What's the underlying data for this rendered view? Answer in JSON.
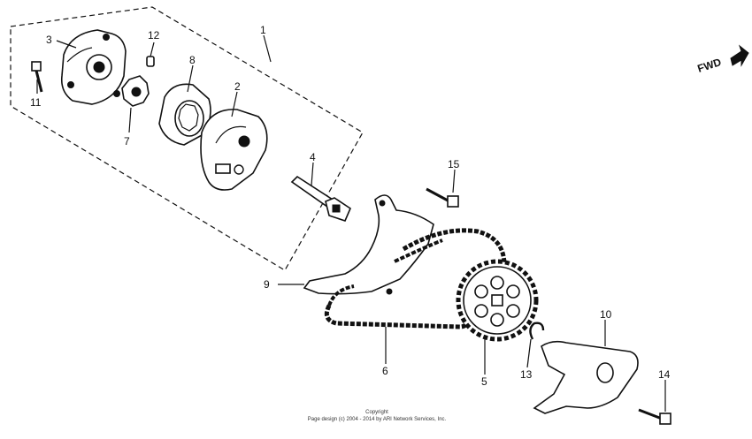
{
  "direction_label": "FWD",
  "callouts": {
    "c1": "1",
    "c2": "2",
    "c3": "3",
    "c4": "4",
    "c5": "5",
    "c6": "6",
    "c7": "7",
    "c8": "8",
    "c9": "9",
    "c10": "10",
    "c11": "11",
    "c12": "12",
    "c13": "13",
    "c14": "14",
    "c15": "15"
  },
  "copyright": {
    "line1": "Copyright",
    "line2": "Page design (c) 2004 - 2014 by ARI Network Services, Inc."
  }
}
